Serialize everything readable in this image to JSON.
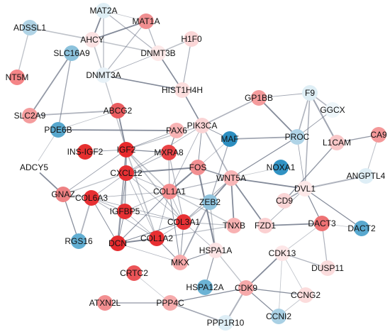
{
  "network": {
    "nodes": [
      {
        "id": "ADSSL1",
        "color": "#b0d3e5"
      },
      {
        "id": "MAT2A",
        "color": "#deeef5"
      },
      {
        "id": "MAT1A",
        "color": "#f08e90"
      },
      {
        "id": "AHCY",
        "color": "#fbe2e3"
      },
      {
        "id": "H1F0",
        "color": "#fbd6d7"
      },
      {
        "id": "DNMT3B",
        "color": "#fde8e8"
      },
      {
        "id": "DNMT3A",
        "color": "#e8f2f8"
      },
      {
        "id": "NT5M",
        "color": "#f58587"
      },
      {
        "id": "SLC16A9",
        "color": "#8cc2dc"
      },
      {
        "id": "HIST1H4H",
        "color": "#fcdede"
      },
      {
        "id": "GP1BB",
        "color": "#f49b9c"
      },
      {
        "id": "F9",
        "color": "#deeef5"
      },
      {
        "id": "GGCX",
        "color": "#eef6fa"
      },
      {
        "id": "ABCG2",
        "color": "#ea5c5f"
      },
      {
        "id": "SLC2A9",
        "color": "#f49c9d"
      },
      {
        "id": "PDE6B",
        "color": "#57a7cd"
      },
      {
        "id": "PAX6",
        "color": "#f8b3b4"
      },
      {
        "id": "PIK3CA",
        "color": "#fad4d5"
      },
      {
        "id": "PROC",
        "color": "#b0d4e7"
      },
      {
        "id": "L1CAM",
        "color": "#f9c7c8"
      },
      {
        "id": "CA9",
        "color": "#f49899"
      },
      {
        "id": "IGF2",
        "color": "#e82a2d"
      },
      {
        "id": "INS-IGF2",
        "color": "#e6302f"
      },
      {
        "id": "MXRA8",
        "color": "#ea4346"
      },
      {
        "id": "MAF",
        "color": "#2d8ec0"
      },
      {
        "id": "ADCY5",
        "color": "#ffffff"
      },
      {
        "id": "CXCL12",
        "color": "#e63033"
      },
      {
        "id": "FOS",
        "color": "#f28f91"
      },
      {
        "id": "NOXA1",
        "color": "#3192c3"
      },
      {
        "id": "ANGPTL4",
        "color": "#deeef6"
      },
      {
        "id": "WNT5A",
        "color": "#f8b6b7"
      },
      {
        "id": "GNAZ",
        "color": "#ee8183"
      },
      {
        "id": "COL6A3",
        "color": "#e73033"
      },
      {
        "id": "COL1A1",
        "color": "#f58d8f"
      },
      {
        "id": "DVL1",
        "color": "#fde9e9"
      },
      {
        "id": "CD9",
        "color": "#fad5d6"
      },
      {
        "id": "IGFBP5",
        "color": "#e63033"
      },
      {
        "id": "ZEB2",
        "color": "#8fc3dd"
      },
      {
        "id": "COL3A1",
        "color": "#e73134"
      },
      {
        "id": "TNXB",
        "color": "#f8b1b2"
      },
      {
        "id": "FZD1",
        "color": "#fbd0d1"
      },
      {
        "id": "DACT3",
        "color": "#ee7274"
      },
      {
        "id": "DACT2",
        "color": "#58a8cf"
      },
      {
        "id": "RGS16",
        "color": "#61aed2"
      },
      {
        "id": "DCN",
        "color": "#e42a2d"
      },
      {
        "id": "COL1A2",
        "color": "#e82f32"
      },
      {
        "id": "HSPA1A",
        "color": "#fce4e5"
      },
      {
        "id": "CDK13",
        "color": "#fde6e7"
      },
      {
        "id": "DUSP11",
        "color": "#fbdcdd"
      },
      {
        "id": "MKX",
        "color": "#f7aaab"
      },
      {
        "id": "CRTC2",
        "color": "#eb5457"
      },
      {
        "id": "CDK9",
        "color": "#f6a9aa"
      },
      {
        "id": "HSPA12A",
        "color": "#6cb3d5"
      },
      {
        "id": "CCNG2",
        "color": "#fcdcdc"
      },
      {
        "id": "ATXN2L",
        "color": "#f28e90"
      },
      {
        "id": "PPP4C",
        "color": "#f6abac"
      },
      {
        "id": "CCNI2",
        "color": "#a9d0e4"
      },
      {
        "id": "PPP1R10",
        "color": "#deeef6"
      }
    ],
    "edges": [
      [
        "ADSSL1",
        "NT5M"
      ],
      [
        "MAT2A",
        "MAT1A"
      ],
      [
        "MAT2A",
        "AHCY"
      ],
      [
        "MAT2A",
        "DNMT3B"
      ],
      [
        "MAT2A",
        "DNMT3A"
      ],
      [
        "MAT1A",
        "AHCY"
      ],
      [
        "MAT1A",
        "DNMT3B"
      ],
      [
        "MAT1A",
        "DNMT3A"
      ],
      [
        "AHCY",
        "DNMT3B"
      ],
      [
        "AHCY",
        "DNMT3A"
      ],
      [
        "AHCY",
        "ADSSL1"
      ],
      [
        "H1F0",
        "DNMT3B"
      ],
      [
        "H1F0",
        "HIST1H4H"
      ],
      [
        "DNMT3B",
        "DNMT3A"
      ],
      [
        "DNMT3B",
        "HIST1H4H"
      ],
      [
        "DNMT3A",
        "HIST1H4H"
      ],
      [
        "DNMT3A",
        "IGF2"
      ],
      [
        "SLC16A9",
        "SLC2A9"
      ],
      [
        "SLC16A9",
        "PDE6B"
      ],
      [
        "SLC2A9",
        "ABCG2"
      ],
      [
        "ABCG2",
        "PDE6B"
      ],
      [
        "ABCG2",
        "IGF2"
      ],
      [
        "PDE6B",
        "ADCY5"
      ],
      [
        "PDE6B",
        "PAX6"
      ],
      [
        "ADCY5",
        "GNAZ"
      ],
      [
        "PAX6",
        "IGF2"
      ],
      [
        "PAX6",
        "MXRA8"
      ],
      [
        "PIK3CA",
        "HIST1H4H"
      ],
      [
        "PIK3CA",
        "GP1BB"
      ],
      [
        "PIK3CA",
        "FOS"
      ],
      [
        "PIK3CA",
        "IGF2"
      ],
      [
        "PIK3CA",
        "MAF"
      ],
      [
        "PIK3CA",
        "COL1A1"
      ],
      [
        "PIK3CA",
        "CXCL12"
      ],
      [
        "PIK3CA",
        "WNT5A"
      ],
      [
        "GP1BB",
        "F9"
      ],
      [
        "GP1BB",
        "PROC"
      ],
      [
        "F9",
        "PROC"
      ],
      [
        "F9",
        "GGCX"
      ],
      [
        "F9",
        "L1CAM"
      ],
      [
        "F9",
        "DVL1"
      ],
      [
        "GGCX",
        "PROC"
      ],
      [
        "PROC",
        "MAF"
      ],
      [
        "PROC",
        "DVL1"
      ],
      [
        "PROC",
        "WNT5A"
      ],
      [
        "L1CAM",
        "CA9"
      ],
      [
        "L1CAM",
        "CD9"
      ],
      [
        "CA9",
        "ANGPTL4"
      ],
      [
        "IGF2",
        "INS-IGF2"
      ],
      [
        "IGF2",
        "CXCL12"
      ],
      [
        "IGF2",
        "COL1A1"
      ],
      [
        "IGF2",
        "IGFBP5"
      ],
      [
        "IGF2",
        "COL3A1"
      ],
      [
        "IGF2",
        "DCN"
      ],
      [
        "IGF2",
        "COL1A2"
      ],
      [
        "IGF2",
        "MXRA8"
      ],
      [
        "IGF2",
        "GNAZ"
      ],
      [
        "MXRA8",
        "COL1A1"
      ],
      [
        "MXRA8",
        "COL3A1"
      ],
      [
        "MXRA8",
        "CXCL12"
      ],
      [
        "MAF",
        "FOS"
      ],
      [
        "MAF",
        "ZEB2"
      ],
      [
        "FOS",
        "WNT5A"
      ],
      [
        "FOS",
        "COL1A1"
      ],
      [
        "FOS",
        "CXCL12"
      ],
      [
        "FOS",
        "HSPA1A"
      ],
      [
        "WNT5A",
        "NOXA1"
      ],
      [
        "WNT5A",
        "DVL1"
      ],
      [
        "WNT5A",
        "FZD1"
      ],
      [
        "WNT5A",
        "COL1A1"
      ],
      [
        "WNT5A",
        "ZEB2"
      ],
      [
        "WNT5A",
        "COL3A1"
      ],
      [
        "WNT5A",
        "TNXB"
      ],
      [
        "DVL1",
        "FZD1"
      ],
      [
        "DVL1",
        "DACT3"
      ],
      [
        "DVL1",
        "DACT2"
      ],
      [
        "DVL1",
        "ANGPTL4"
      ],
      [
        "DVL1",
        "CD9"
      ],
      [
        "DACT3",
        "DACT2"
      ],
      [
        "DACT3",
        "FZD1"
      ],
      [
        "DACT3",
        "DUSP11"
      ],
      [
        "CXCL12",
        "GNAZ"
      ],
      [
        "CXCL12",
        "COL6A3"
      ],
      [
        "CXCL12",
        "COL1A1"
      ],
      [
        "CXCL12",
        "IGFBP5"
      ],
      [
        "CXCL12",
        "DCN"
      ],
      [
        "CXCL12",
        "COL1A2"
      ],
      [
        "CXCL12",
        "COL3A1"
      ],
      [
        "GNAZ",
        "RGS16"
      ],
      [
        "GNAZ",
        "COL6A3"
      ],
      [
        "COL6A3",
        "IGFBP5"
      ],
      [
        "COL6A3",
        "DCN"
      ],
      [
        "COL6A3",
        "COL1A2"
      ],
      [
        "COL6A3",
        "COL1A1"
      ],
      [
        "COL6A3",
        "COL3A1"
      ],
      [
        "COL6A3",
        "RGS16"
      ],
      [
        "COL1A1",
        "IGFBP5"
      ],
      [
        "COL1A1",
        "COL3A1"
      ],
      [
        "COL1A1",
        "DCN"
      ],
      [
        "COL1A1",
        "COL1A2"
      ],
      [
        "COL1A1",
        "ZEB2"
      ],
      [
        "COL1A1",
        "MKX"
      ],
      [
        "COL1A1",
        "TNXB"
      ],
      [
        "IGFBP5",
        "DCN"
      ],
      [
        "IGFBP5",
        "COL1A2"
      ],
      [
        "IGFBP5",
        "COL3A1"
      ],
      [
        "COL3A1",
        "COL1A2"
      ],
      [
        "COL3A1",
        "DCN"
      ],
      [
        "COL3A1",
        "TNXB"
      ],
      [
        "COL3A1",
        "MKX"
      ],
      [
        "DCN",
        "COL1A2"
      ],
      [
        "DCN",
        "MKX"
      ],
      [
        "COL1A2",
        "MKX"
      ],
      [
        "COL1A2",
        "TNXB"
      ],
      [
        "ZEB2",
        "COL3A1"
      ],
      [
        "ZEB2",
        "MKX"
      ],
      [
        "HSPA1A",
        "HSPA12A"
      ],
      [
        "HSPA1A",
        "CDK9"
      ],
      [
        "HSPA1A",
        "MKX"
      ],
      [
        "HSPA1A",
        "COL3A1"
      ],
      [
        "HSPA1A",
        "ZEB2"
      ],
      [
        "CDK13",
        "CDK9"
      ],
      [
        "CDK13",
        "DUSP11"
      ],
      [
        "CDK13",
        "CCNG2"
      ],
      [
        "CDK13",
        "CCNI2"
      ],
      [
        "CDK13",
        "DACT3"
      ],
      [
        "CDK9",
        "CCNG2"
      ],
      [
        "CDK9",
        "CCNI2"
      ],
      [
        "CDK9",
        "PPP1R10"
      ],
      [
        "CDK9",
        "PPP4C"
      ],
      [
        "CCNG2",
        "CCNI2"
      ],
      [
        "CRTC2",
        "PPP4C"
      ],
      [
        "ATXN2L",
        "PPP4C"
      ],
      [
        "PPP4C",
        "PPP1R10"
      ]
    ]
  }
}
